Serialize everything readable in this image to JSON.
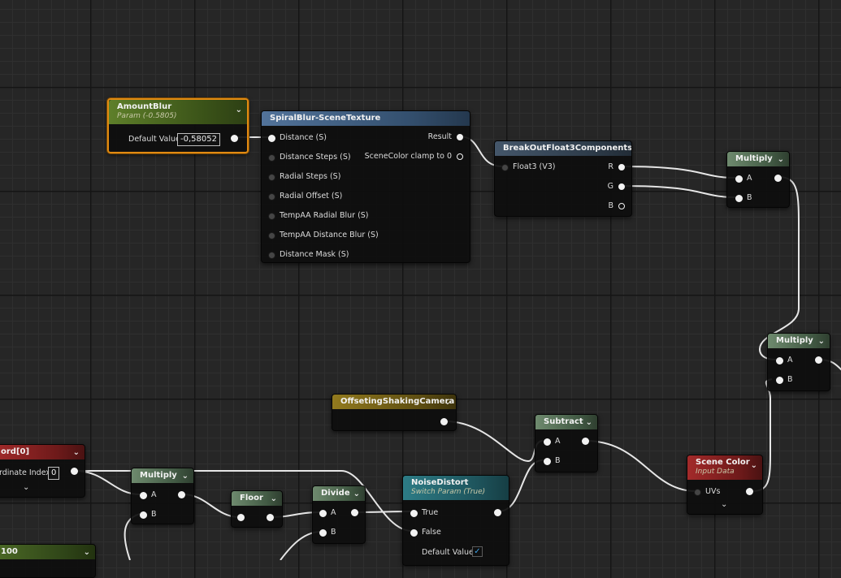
{
  "nodes": {
    "amount_blur": {
      "title": "AmountBlur",
      "subtitle": "Param (-0.5805)",
      "default_label": "Default Value",
      "default_value": "-0,58052",
      "color": "#5e7f2a"
    },
    "spiral_blur": {
      "title": "SpiralBlur-SceneTexture",
      "inputs": [
        "Distance (S)",
        "Distance Steps (S)",
        "Radial Steps (S)",
        "Radial Offset (S)",
        "TempAA Radial Blur (S)",
        "TempAA Distance Blur (S)",
        "Distance Mask (S)"
      ],
      "outputs": [
        "Result",
        "SceneColor clamp to 0"
      ],
      "color": "#52739a"
    },
    "break_out": {
      "title": "BreakOutFloat3Components",
      "input": "Float3 (V3)",
      "outputs": [
        "R",
        "G",
        "B"
      ],
      "color": "#44566a"
    },
    "multiply_top": {
      "title": "Multiply",
      "inputs": [
        "A",
        "B"
      ]
    },
    "multiply_right": {
      "title": "Multiply",
      "inputs": [
        "A",
        "B"
      ]
    },
    "offseting": {
      "title": "OffsetingShakingCamera",
      "color": "#927a1e"
    },
    "subtract": {
      "title": "Subtract",
      "inputs": [
        "A",
        "B"
      ]
    },
    "scene_color": {
      "title": "Scene Color",
      "subtitle": "Input Data",
      "input": "UVs",
      "color": "#a32a2a"
    },
    "texcoord": {
      "title": "ord[0]",
      "label": "rdinate Index",
      "value": "0",
      "color": "#a32a2a"
    },
    "multiply_bottom": {
      "title": "Multiply",
      "inputs": [
        "A",
        "B"
      ]
    },
    "floor": {
      "title": "Floor"
    },
    "divide": {
      "title": "Divide",
      "inputs": [
        "A",
        "B"
      ]
    },
    "noise_distort": {
      "title": "NoiseDistort",
      "subtitle": "Switch Param (True)",
      "inputs": [
        "True",
        "False"
      ],
      "default_label": "Default Value",
      "default_checked": true,
      "color": "#2d7c86"
    },
    "constant_100": {
      "title": "100"
    }
  },
  "icons": {
    "dropdown": "chevron-down-icon",
    "check": "✓",
    "expand": "⌄"
  }
}
